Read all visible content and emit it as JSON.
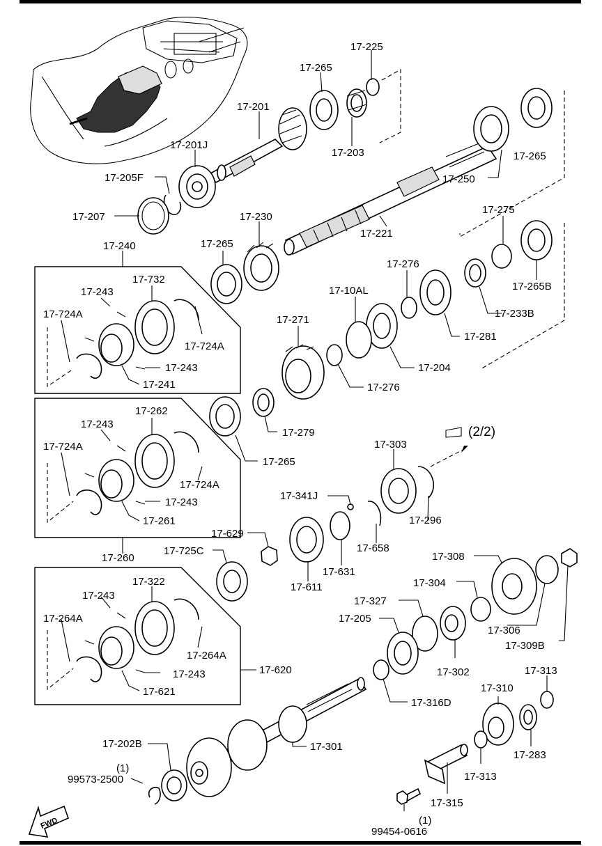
{
  "diagram": {
    "page_ref": "(2/2)",
    "fwd": "FWD",
    "part_labels": [
      "17-225",
      "17-265",
      "17-201",
      "17-201J",
      "17-203",
      "17-265",
      "17-205F",
      "17-250",
      "17-207",
      "17-221",
      "17-275",
      "17-230",
      "17-265",
      "17-240",
      "17-732",
      "17-276",
      "17-233B",
      "17-265B",
      "17-243",
      "17-10AL",
      "17-724A",
      "17-724A",
      "17-271",
      "17-281",
      "17-243",
      "17-241",
      "17-204",
      "17-276",
      "17-262",
      "17-243",
      "17-279",
      "17-724A",
      "17-724A",
      "17-265",
      "17-303",
      "17-243",
      "17-261",
      "17-341J",
      "17-629",
      "17-296",
      "17-260",
      "17-725C",
      "17-631",
      "17-658",
      "17-308",
      "17-611",
      "17-322",
      "17-243",
      "17-304",
      "17-327",
      "17-264A",
      "17-205",
      "17-306",
      "17-309B",
      "17-264A",
      "17-243",
      "17-620",
      "17-302",
      "17-621",
      "17-313",
      "17-316D",
      "17-310",
      "17-301",
      "17-202B",
      "17-283",
      "(1)",
      "99573-2500",
      "17-313",
      "17-315",
      "(1)",
      "99454-0616"
    ]
  }
}
